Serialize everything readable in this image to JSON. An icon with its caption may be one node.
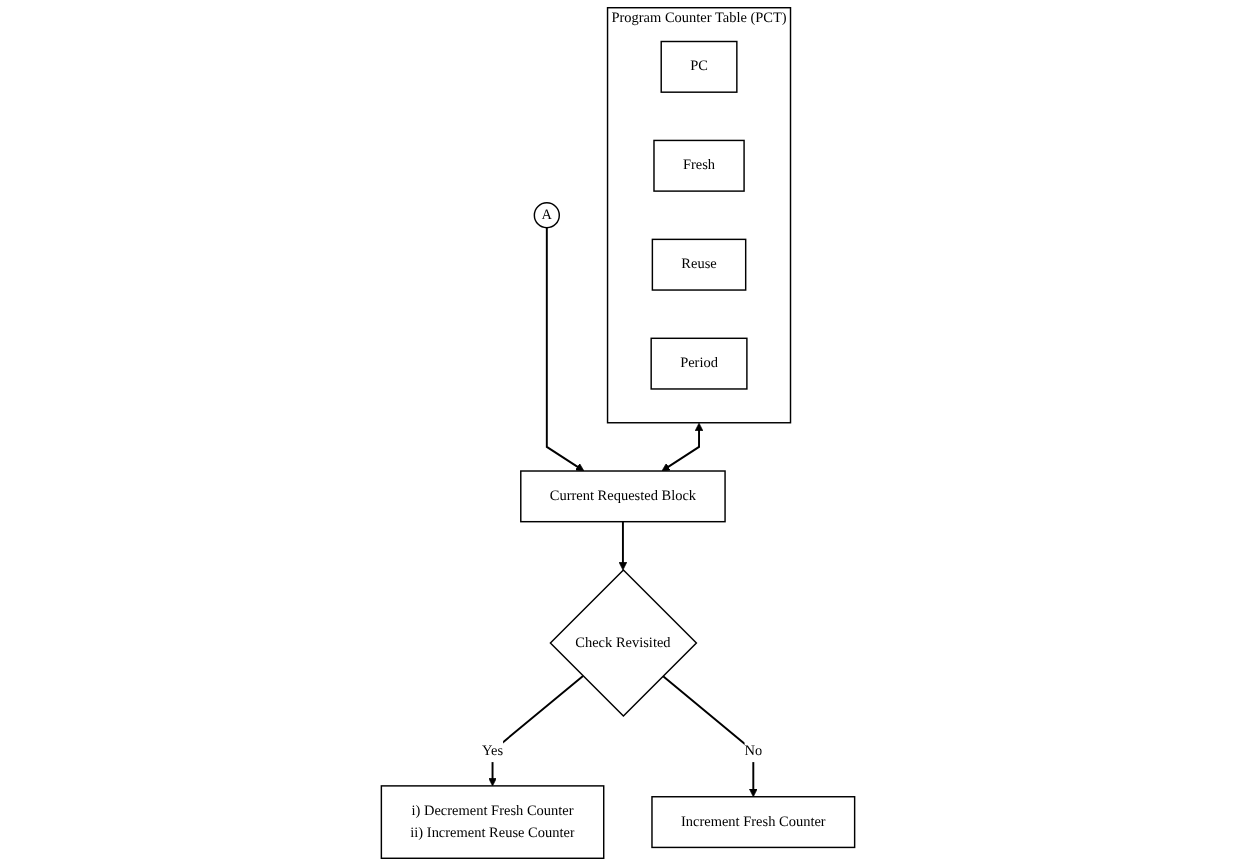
{
  "diagram": {
    "nodes": [
      {
        "text": [
          "A"
        ]
      },
      {
        "text": [
          "Program Counter Table (PCT)"
        ]
      },
      {
        "text": [
          "PC"
        ],
        "in": 1
      },
      {
        "text": [
          "Fresh"
        ],
        "in": 1
      },
      {
        "text": [
          "Reuse"
        ],
        "in": 1
      },
      {
        "text": [
          "Period"
        ],
        "in": 1
      },
      {
        "text": [
          "Current Requested Block"
        ]
      },
      {
        "text": [
          "Check Revisited"
        ]
      },
      {
        "text": [
          "i) Decrement Fresh Counter",
          "ii) Increment Reuse Counter"
        ]
      },
      {
        "text": [
          "Increment Fresh Counter"
        ]
      }
    ],
    "edges": [
      {
        "from": 0,
        "to": 6,
        "arrow": "to"
      },
      {
        "from": 1,
        "to": 6,
        "arrow": "both"
      },
      {
        "from": 6,
        "to": 7,
        "arrow": "to"
      },
      {
        "from": 7,
        "to": 8,
        "arrow": "to",
        "label": "Yes"
      },
      {
        "from": 7,
        "to": 9,
        "arrow": "to",
        "label": "No"
      }
    ]
  }
}
